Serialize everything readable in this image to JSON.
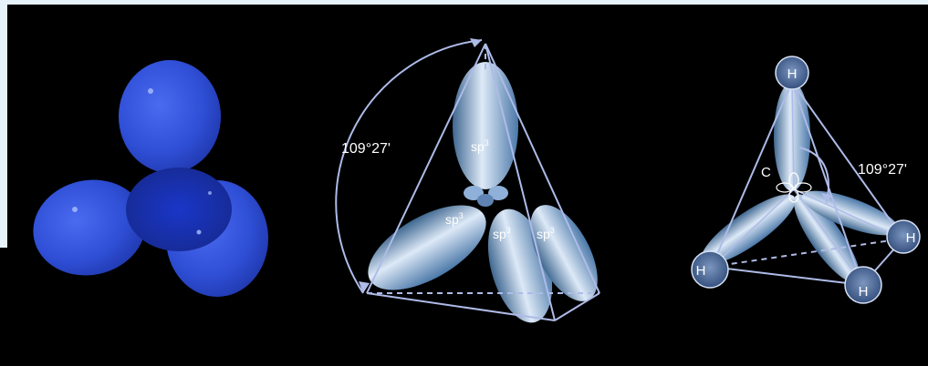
{
  "panel_middle": {
    "angle_label": "109°27'",
    "orbital_label_base": "sp",
    "orbital_label_exponent": "3"
  },
  "panel_right": {
    "angle_label": "109°27'",
    "carbon_label": "C",
    "hydrogen_label": "H"
  },
  "colors": {
    "background": "#000000",
    "corner_light": "#e6f3fb",
    "orbital_blue": "#2f4fd6",
    "lobe_light": "#cfe0f4",
    "line": "#aebbe8"
  }
}
